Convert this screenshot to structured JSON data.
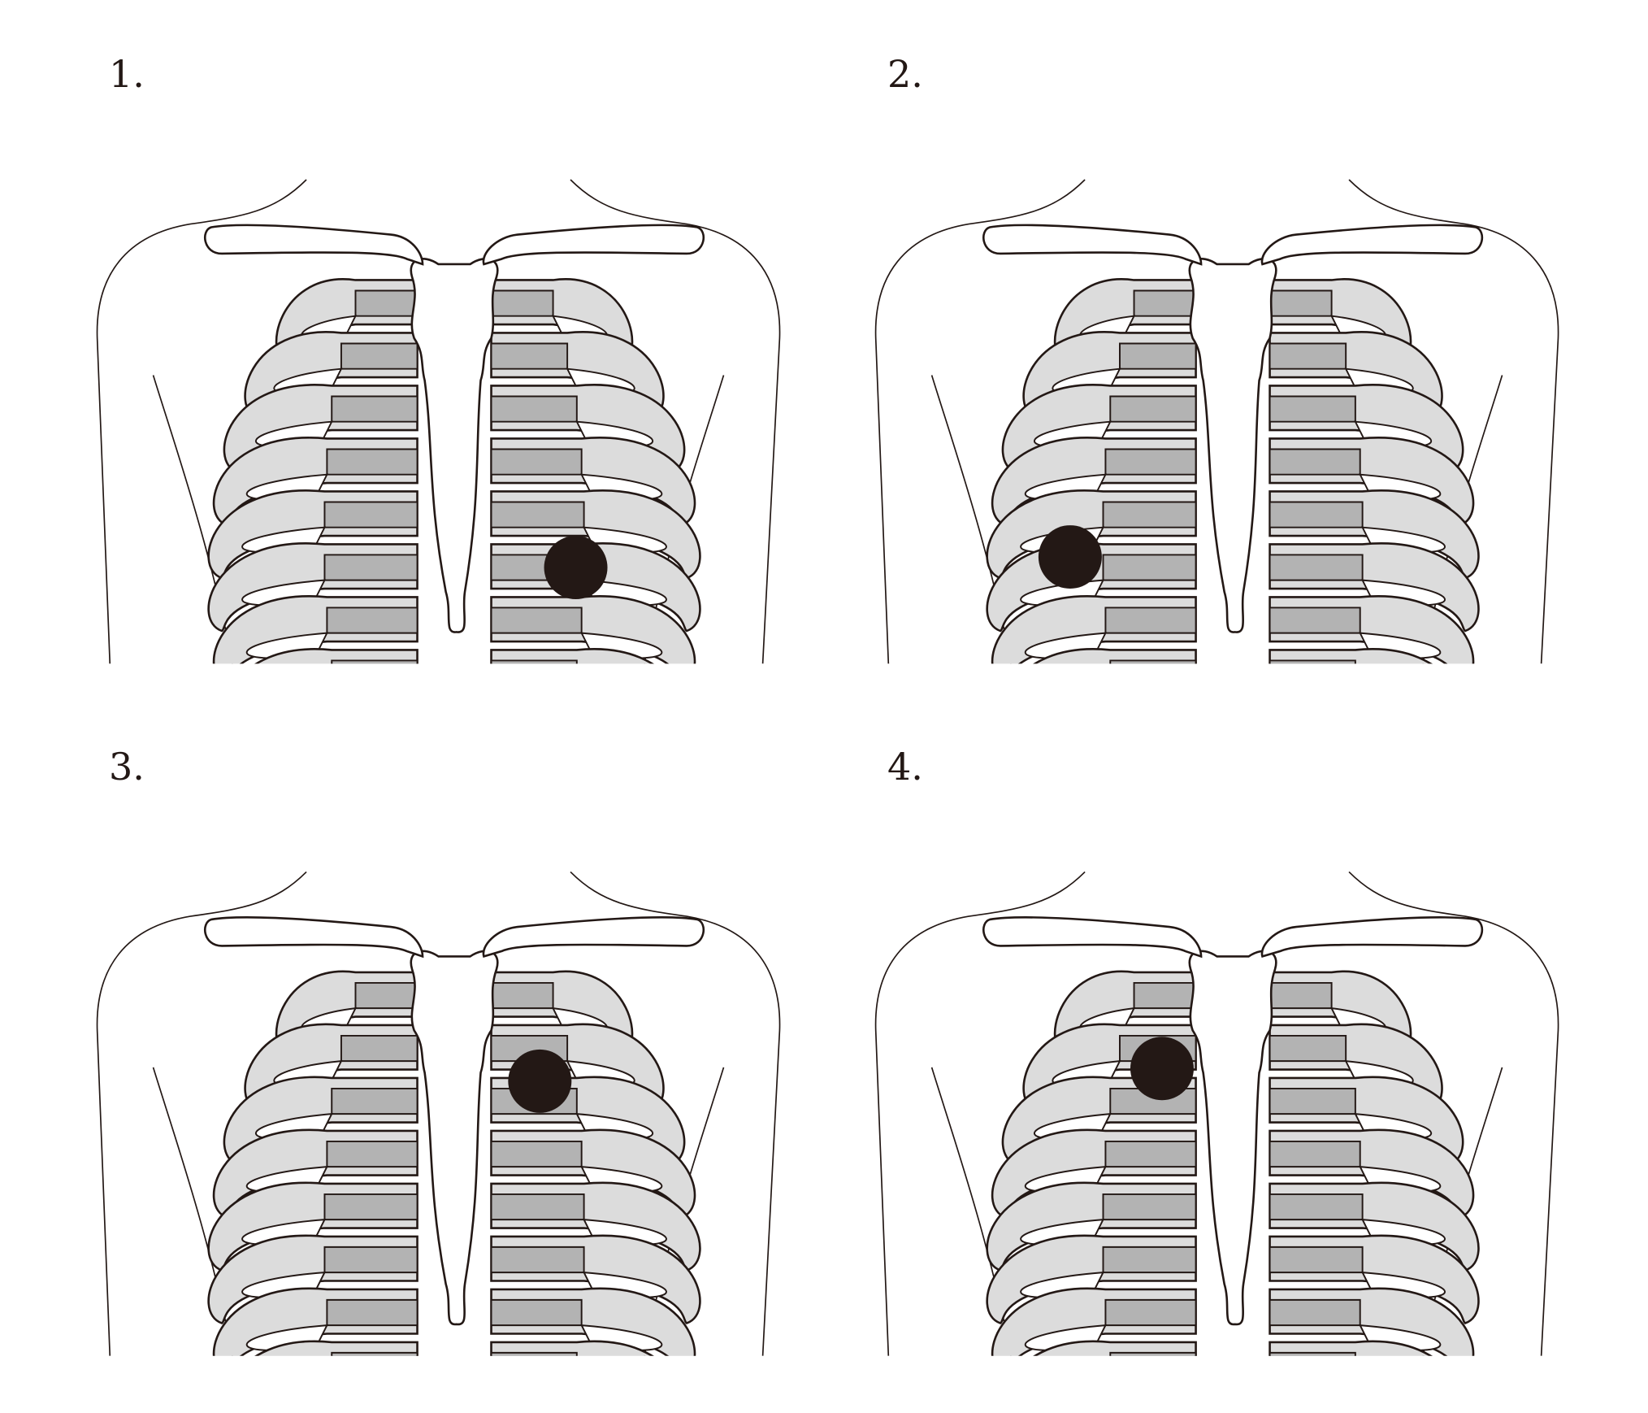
{
  "panels": [
    {
      "label": "1."
    },
    {
      "label": "2."
    },
    {
      "label": "3."
    },
    {
      "label": "4."
    }
  ],
  "colors": {
    "dot": "#231815",
    "cartilage": "#b3b3b3",
    "rib": "#dcdcdc",
    "outline": "#231815"
  }
}
